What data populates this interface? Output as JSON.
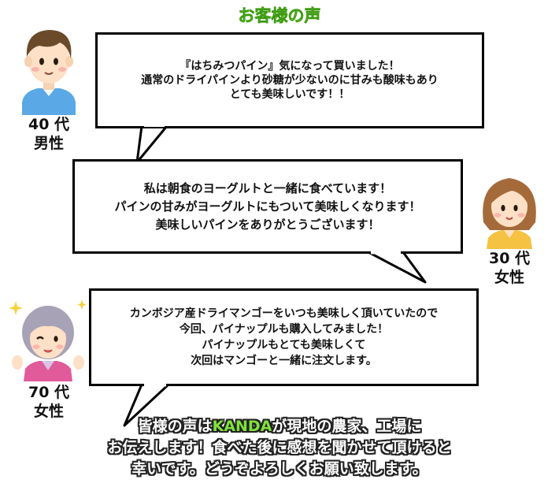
{
  "title": "お客様の声",
  "testimonials": [
    {
      "age": "40 代",
      "gender": "男性",
      "lines": [
        "『はちみつパイン』気になって買いました！",
        "通常のドライパインより砂糖が少ないのに甘みも酸味もあり",
        "とても美味しいです！！"
      ]
    },
    {
      "age": "30 代",
      "gender": "女性",
      "lines": [
        "私は朝食のヨーグルトと一緒に食べています！",
        "パインの甘みがヨーグルトにもついて美味しくなります！",
        "美味しいパインをありがとうございます！"
      ]
    },
    {
      "age": "70 代",
      "gender": "女性",
      "lines": [
        "カンボジア産ドライマンゴーをいつも美味しく頂いていたので",
        "今回、パイナップルも購入してみました！",
        "パイナップルもとても美味しくて",
        "次回はマンゴーと一緒に注文します。"
      ]
    }
  ],
  "footer": {
    "line1_before": "皆様の声は",
    "brand": "KANDA",
    "line1_after": "が現地の農家、工場に",
    "line2": "お伝えします！食べた後に感想を聞かせて頂けると",
    "line3": "幸いです。どうぞよろしくお願い致します。"
  },
  "colors": {
    "accent": "#7fe23a",
    "text": "#111111",
    "shirt_blue": "#5aa9e6",
    "shirt_yellow": "#f5c242",
    "shirt_pink": "#e15a9a"
  }
}
